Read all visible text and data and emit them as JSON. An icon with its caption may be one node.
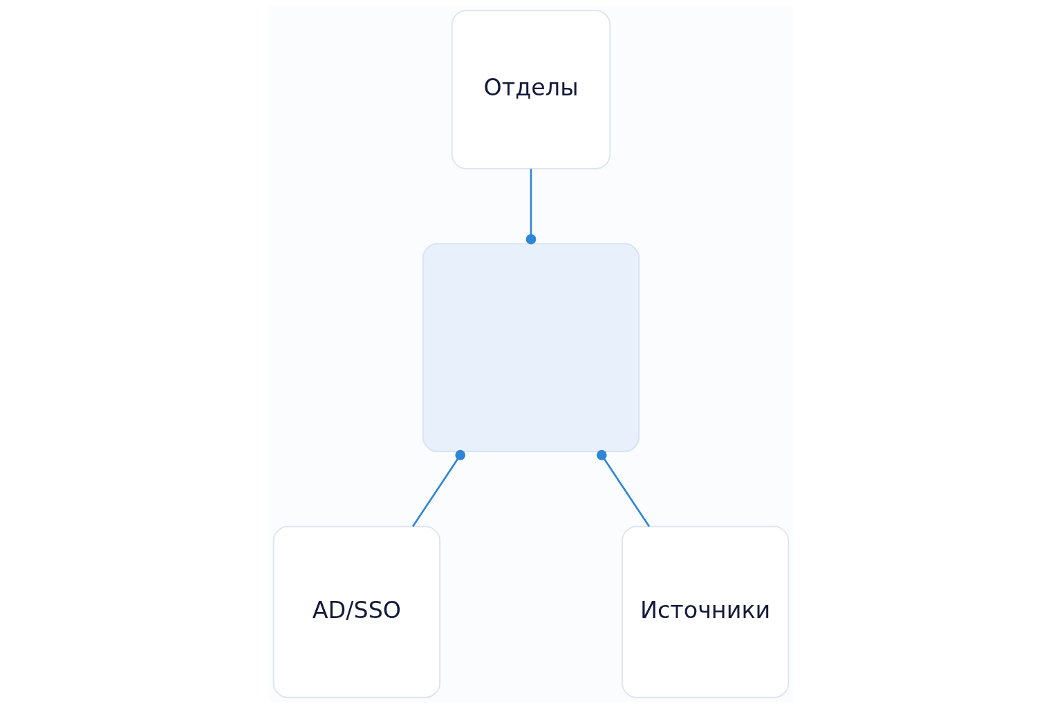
{
  "diagram": {
    "nodes": [
      {
        "text": [
          "Отделы"
        ]
      },
      {
        "text": [],
        "shape": "box"
      },
      {
        "text": [
          "AD/SSO"
        ]
      },
      {
        "text": [
          "Источники"
        ]
      }
    ],
    "edges": [
      {
        "from": 0,
        "to": 1,
        "arrow": "other"
      },
      {
        "from": 2,
        "to": 1,
        "arrow": "other"
      },
      {
        "from": 3,
        "to": 1,
        "arrow": "other"
      }
    ]
  }
}
